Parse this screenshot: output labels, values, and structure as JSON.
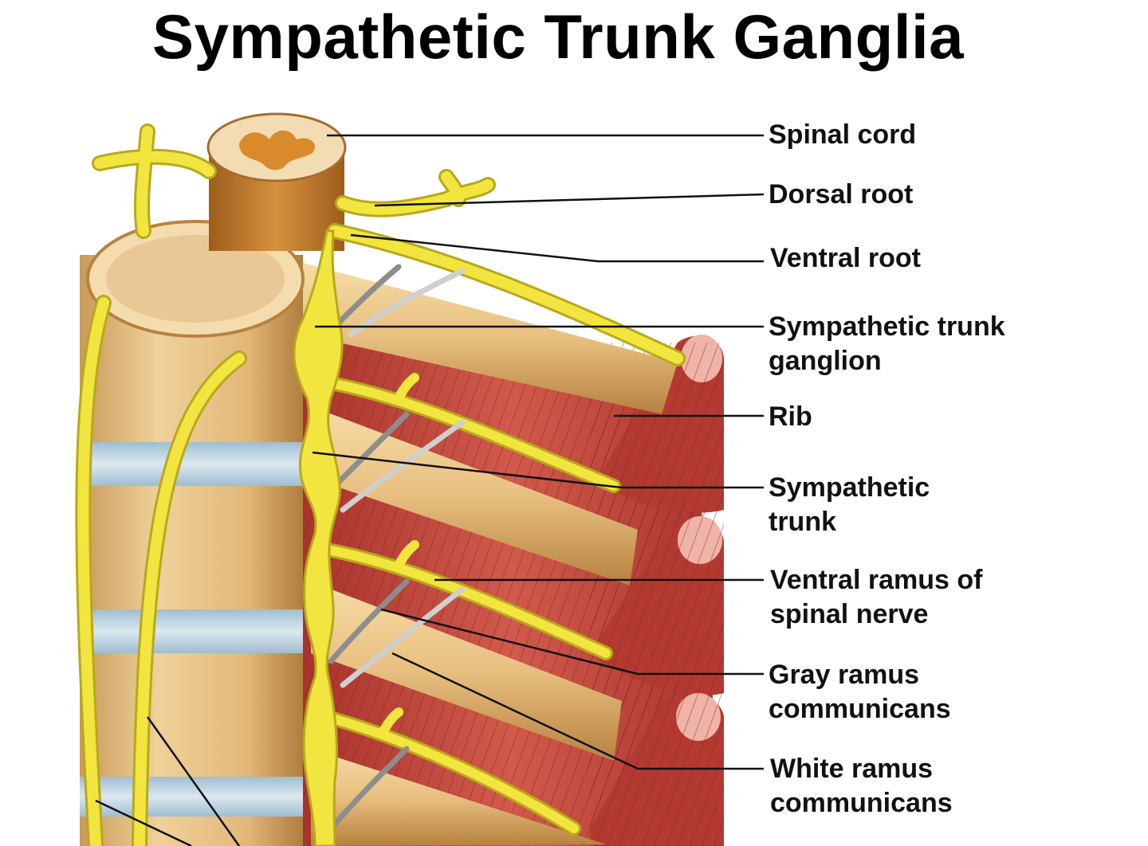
{
  "title": "Sympathetic Trunk Ganglia",
  "labels": {
    "spinal_cord": "Spinal cord",
    "dorsal_root": "Dorsal root",
    "ventral_root": "Ventral root",
    "sympathetic_trunk_ganglion": [
      "Sympathetic trunk",
      "ganglion"
    ],
    "rib": "Rib",
    "sympathetic_trunk": [
      "Sympathetic",
      "trunk"
    ],
    "ventral_ramus": [
      "Ventral ramus of",
      "spinal nerve"
    ],
    "gray_ramus": [
      "Gray ramus",
      "communicans"
    ],
    "white_ramus": [
      "White ramus",
      "communicans"
    ]
  },
  "colors": {
    "nerve": "#f2e540",
    "nerve_outline": "#b8a81c",
    "bone": "#e9c48a",
    "bone_shadow": "#b8823e",
    "muscle": "#c9473d",
    "muscle_dark": "#8f2a24",
    "disc": "#b9d2e2",
    "ramus_gray": "#9a9a9a"
  }
}
